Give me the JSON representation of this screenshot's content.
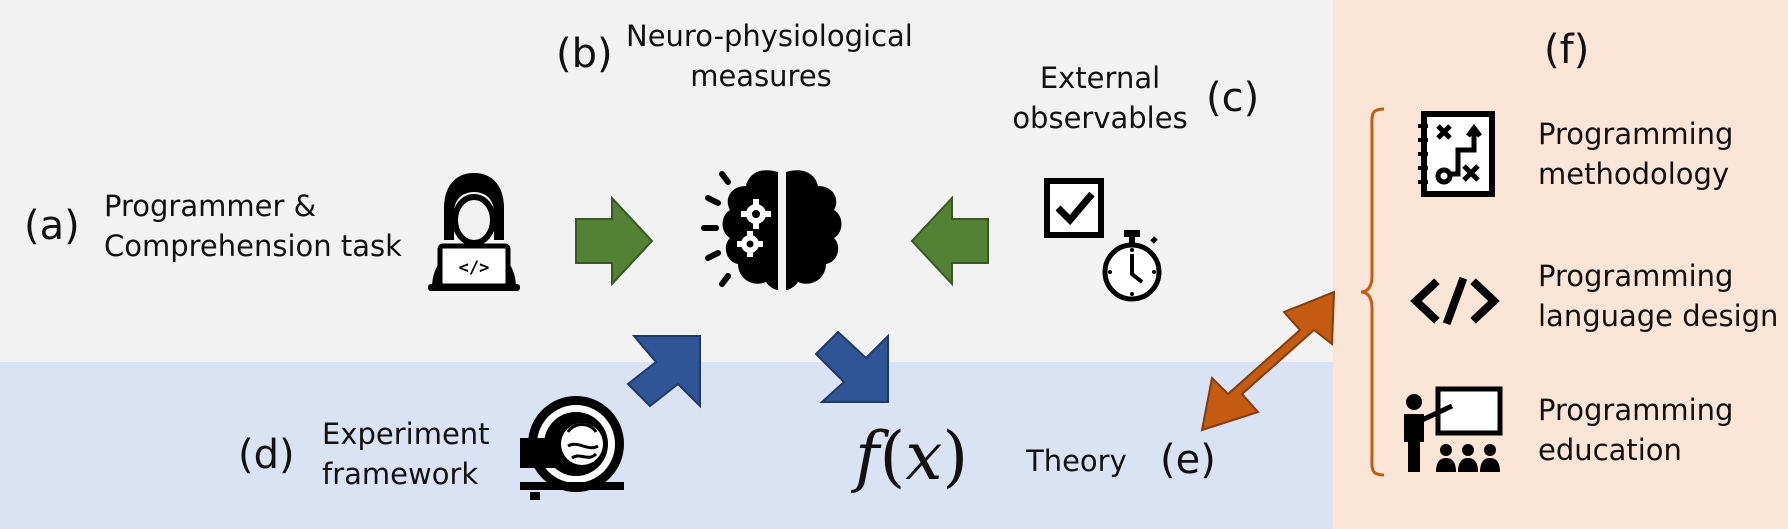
{
  "panels": {
    "a": {
      "letter": "(a)",
      "line1": "Programmer &",
      "line2": "Comprehension task"
    },
    "b": {
      "letter": "(b)",
      "line1": "Neuro-physiological",
      "line2": "measures"
    },
    "c": {
      "letter": "(c)",
      "line1": "External",
      "line2": "observables"
    },
    "d": {
      "letter": "(d)",
      "line1": "Experiment",
      "line2": "framework"
    },
    "e": {
      "letter": "(e)",
      "formula_f": "f",
      "formula_open": "(",
      "formula_x": "x",
      "formula_close": ")",
      "label": "Theory"
    },
    "f": {
      "letter": "(f)",
      "items": [
        {
          "line1": "Programming",
          "line2": "methodology"
        },
        {
          "line1": "Programming",
          "line2": "language design"
        },
        {
          "line1": "Programming",
          "line2": "education"
        }
      ]
    }
  },
  "icons": {
    "a": "programmer-laptop-icon",
    "b": "brain-gears-icon",
    "c_check": "checkbox-icon",
    "c_timer": "stopwatch-icon",
    "d": "mri-scanner-icon",
    "f1": "strategy-board-icon",
    "f2": "code-brackets-icon",
    "f3": "teacher-classroom-icon"
  },
  "colors": {
    "top_region": "#f2f2f2",
    "bottom_region": "#dae3f3",
    "right_region": "#fbe5d6",
    "green_arrow": "#548235",
    "blue_arrow": "#2f5597",
    "orange_arrow": "#c55a11"
  }
}
